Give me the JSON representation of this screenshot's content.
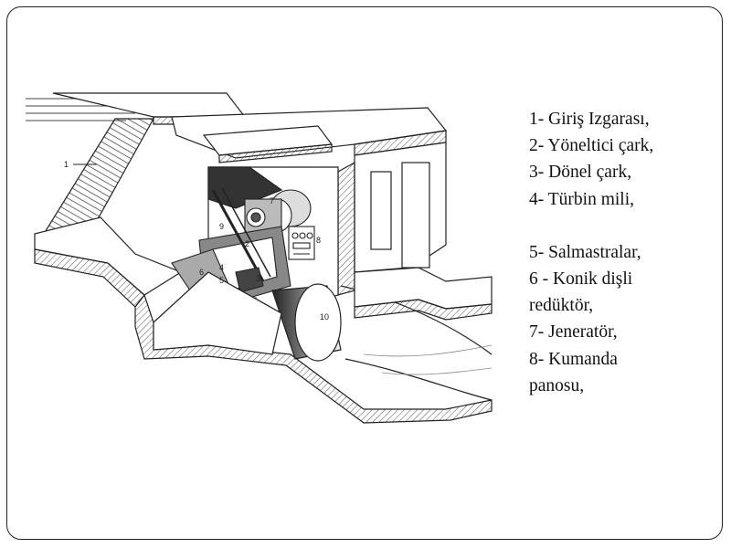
{
  "legend": {
    "items": [
      "1- Giriş Izgarası,",
      "2- Yöneltici çark,",
      "3- Dönel çark,",
      "4- Türbin  mili,",
      "5- Salmastralar,",
      "6 - Konik dişli redüktör,",
      "7- Jeneratör,",
      "8- Kumanda panosu,"
    ]
  },
  "diagram": {
    "part_labels": [
      "1",
      "2",
      "3",
      "4",
      "5",
      "6",
      "7",
      "8",
      "9",
      "10"
    ]
  }
}
